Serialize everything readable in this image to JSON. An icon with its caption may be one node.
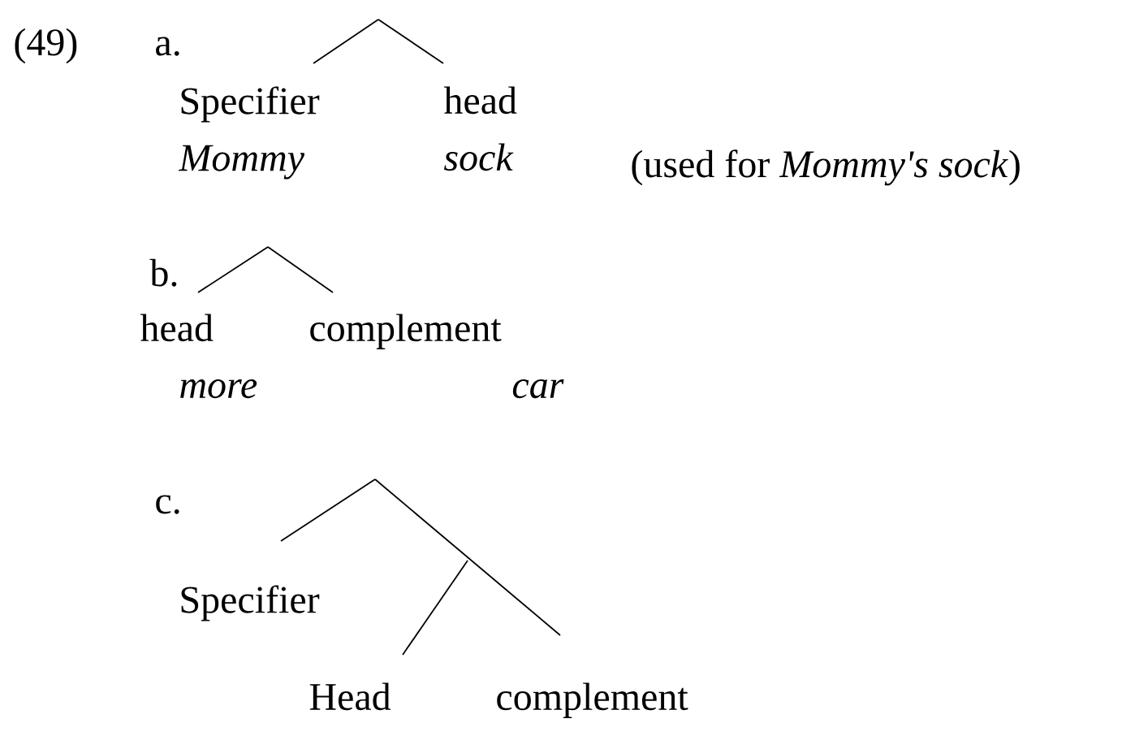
{
  "diagram": {
    "nodes": [
      {
        "text": [
          "Specifier",
          "Mommy"
        ]
      },
      {
        "text": [
          "head",
          "sock"
        ]
      },
      {
        "text": [
          "head",
          "more"
        ]
      },
      {
        "text": [
          "complement",
          "car"
        ]
      },
      {
        "text": [
          "Specifier"
        ]
      },
      {
        "text": [
          "Head"
        ]
      },
      {
        "text": [
          "complement"
        ]
      }
    ],
    "edges": [
      {
        "from": null,
        "to": 0,
        "arrow": "none"
      },
      {
        "from": null,
        "to": 1,
        "arrow": "none"
      },
      {
        "from": null,
        "to": 2,
        "arrow": "none"
      },
      {
        "from": null,
        "to": 3,
        "arrow": "none"
      },
      {
        "from": null,
        "to": 4,
        "arrow": "none"
      },
      {
        "from": null,
        "to": 6,
        "arrow": "none"
      },
      {
        "from": null,
        "to": 5,
        "arrow": "none"
      }
    ],
    "labels": [
      "(49)",
      "a.",
      "(used for *Mommy's sock*)",
      "b.",
      "c."
    ]
  }
}
